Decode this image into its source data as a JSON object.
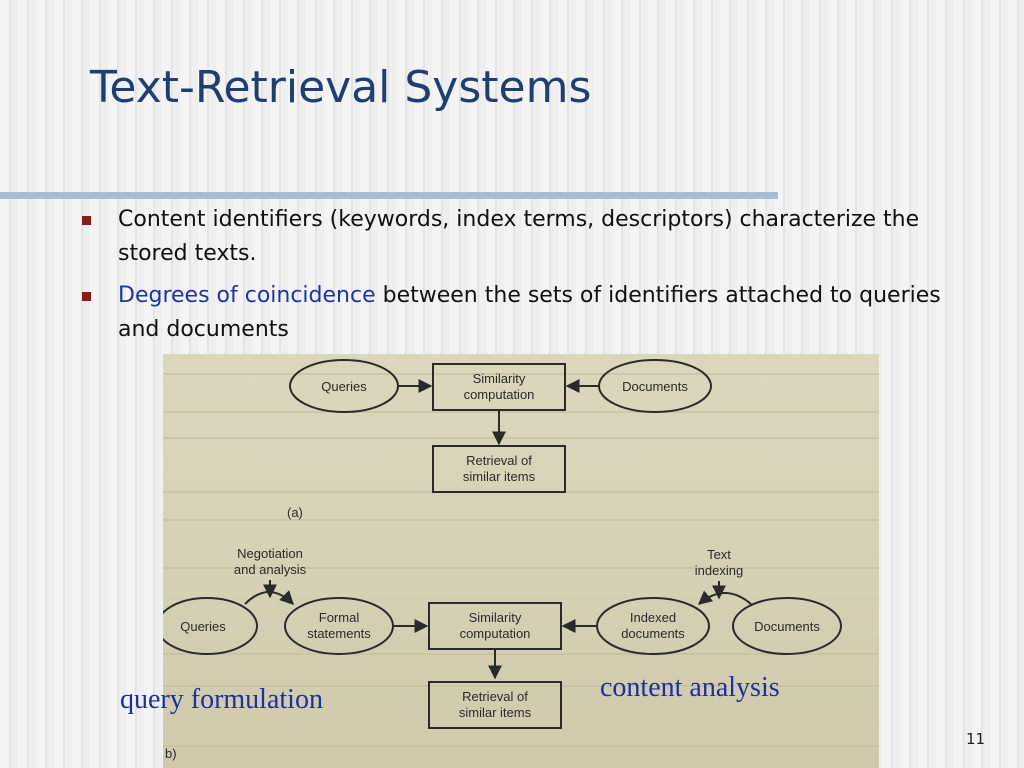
{
  "slide": {
    "title": "Text-Retrieval Systems",
    "page_number": "11"
  },
  "bullets": {
    "b1": "Content identifiers (keywords, index terms, descriptors) characterize the stored texts.",
    "b2_highlight": "Degrees of coincidence",
    "b2_rest": " between the sets of identifiers attached to queries and documents"
  },
  "diagram": {
    "a": {
      "queries": "Queries",
      "similarity_l1": "Similarity",
      "similarity_l2": "computation",
      "documents": "Documents",
      "retrieval_l1": "Retrieval of",
      "retrieval_l2": "similar items",
      "label": "(a)"
    },
    "b": {
      "negotiation_l1": "Negotiation",
      "negotiation_l2": "and analysis",
      "text_indexing_l1": "Text",
      "text_indexing_l2": "indexing",
      "queries": "Queries",
      "formal_l1": "Formal",
      "formal_l2": "statements",
      "similarity_l1": "Similarity",
      "similarity_l2": "computation",
      "indexed_l1": "Indexed",
      "indexed_l2": "documents",
      "documents": "Documents",
      "retrieval_l1": "Retrieval of",
      "retrieval_l2": "similar items",
      "label": "b)"
    }
  },
  "captions": {
    "left": "query formulation",
    "right": "content analysis"
  },
  "colors": {
    "title": "#1f3f73",
    "highlight": "#1b35a7",
    "bullet_marker": "#8a1c16",
    "rule": "#a9bcd6",
    "scan_paper": "#d6d0b4"
  }
}
